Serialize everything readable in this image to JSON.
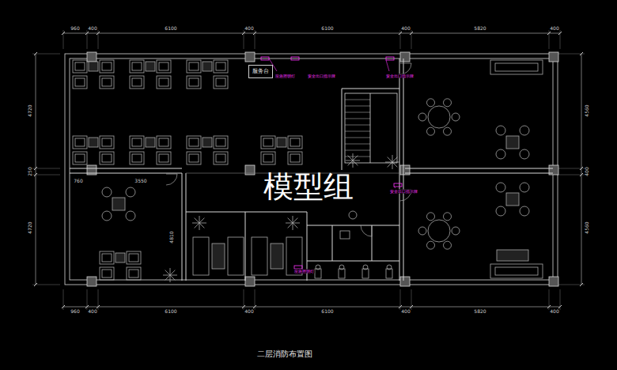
{
  "diagram": {
    "title": "二层消防布置图",
    "nodes": [
      {
        "text": [
          "服务台"
        ]
      }
    ],
    "labels": [
      "960",
      "400",
      "6100",
      "400",
      "6100",
      "400",
      "5820",
      "400",
      "960",
      "400",
      "6100",
      "400",
      "6100",
      "400",
      "5820",
      "400",
      "4720",
      "250",
      "4720",
      "4560",
      "400",
      "4560",
      "760",
      "3550",
      "4810",
      "应急照明灯",
      "安全出口指示牌",
      "安全出口指示牌",
      "安全出口指示牌",
      "应急照明灯",
      "模型组"
    ]
  }
}
